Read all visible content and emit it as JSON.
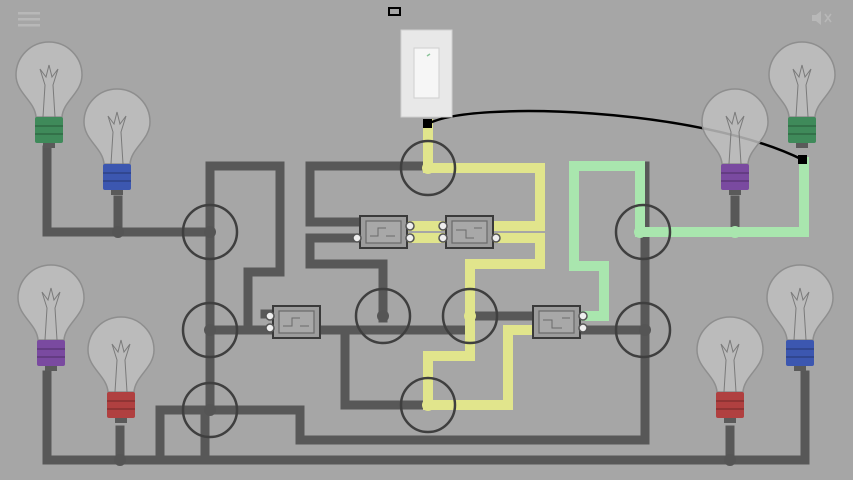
{
  "game": {
    "hud": {
      "menu_icon": "hamburger-menu-icon",
      "sound_icon": "speaker-mute-icon",
      "top_indicator": "level-indicator-icon"
    },
    "switch": {
      "state": "on"
    },
    "colors": {
      "background": "#a6a6a6",
      "wire_off": "#585858",
      "wire_yellow": "#e1e58c",
      "wire_green": "#a9e6ae",
      "switch_cable": "#000000"
    },
    "bulbs": [
      {
        "id": "left-top-outer",
        "base_color": "#3f8a5a",
        "lit": false
      },
      {
        "id": "left-top-inner",
        "base_color": "#3c57b0",
        "lit": false
      },
      {
        "id": "left-bottom-outer",
        "base_color": "#7a4aa0",
        "lit": false
      },
      {
        "id": "left-bottom-inner",
        "base_color": "#b04040",
        "lit": false
      },
      {
        "id": "right-top-inner",
        "base_color": "#7a4aa0",
        "lit": false
      },
      {
        "id": "right-top-outer",
        "base_color": "#3f8a5a",
        "lit": false
      },
      {
        "id": "right-bottom-inner",
        "base_color": "#b04040",
        "lit": false
      },
      {
        "id": "right-bottom-outer",
        "base_color": "#3c57b0",
        "lit": false
      }
    ],
    "gates": [
      "gate-upper-left",
      "gate-upper-right",
      "gate-middle-left",
      "gate-middle-right"
    ],
    "nodes": [
      "node-top",
      "node-left-upper",
      "node-left-middle",
      "node-left-lower",
      "node-center-left",
      "node-center-right",
      "node-bottom",
      "node-right-upper",
      "node-right-lower"
    ]
  }
}
